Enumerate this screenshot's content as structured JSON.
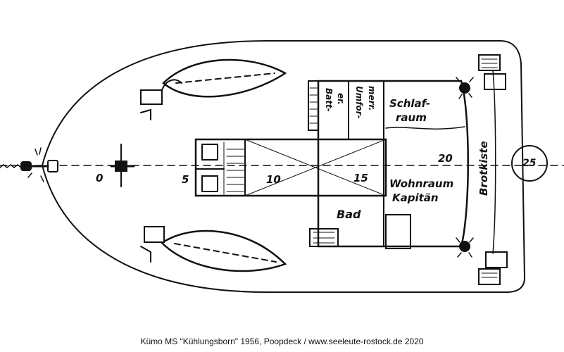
{
  "caption": "Kümo MS \"Kühlungsborn\" 1956, Poopdeck / www.seeleute-rostock.de 2020",
  "labels": {
    "n0": "0",
    "n5": "5",
    "n10": "10",
    "n15": "15",
    "n20": "20",
    "n25": "25",
    "schlafraum_1": "Schlaf-",
    "schlafraum_2": "raum",
    "batterie_1": "Batt-",
    "batterie_2": "er.",
    "umformer_1": "Umfor-",
    "umformer_2": "merr.",
    "wohnraum_1": "Wohnraum",
    "wohnraum_2": "Kapitän",
    "bad": "Bad",
    "brotkiste": "Brotkiste"
  },
  "icons": {
    "lifeboat": "lifeboat-icon",
    "davit": "davit-icon",
    "lamp": "lamp-icon",
    "capstan": "capstan-icon",
    "hatch": "hatch-icon",
    "stairs": "stairs-icon"
  },
  "colors": {
    "ink": "#111111",
    "paper": "#ffffff"
  }
}
